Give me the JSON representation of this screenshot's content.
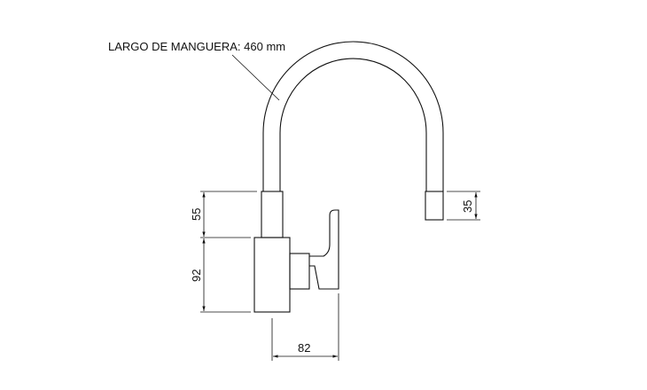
{
  "hose_label": "LARGO DE MANGUERA: 460 mm",
  "dimensions": {
    "upper_height": "55",
    "body_height": "92",
    "depth": "82",
    "nozzle_height": "35"
  }
}
